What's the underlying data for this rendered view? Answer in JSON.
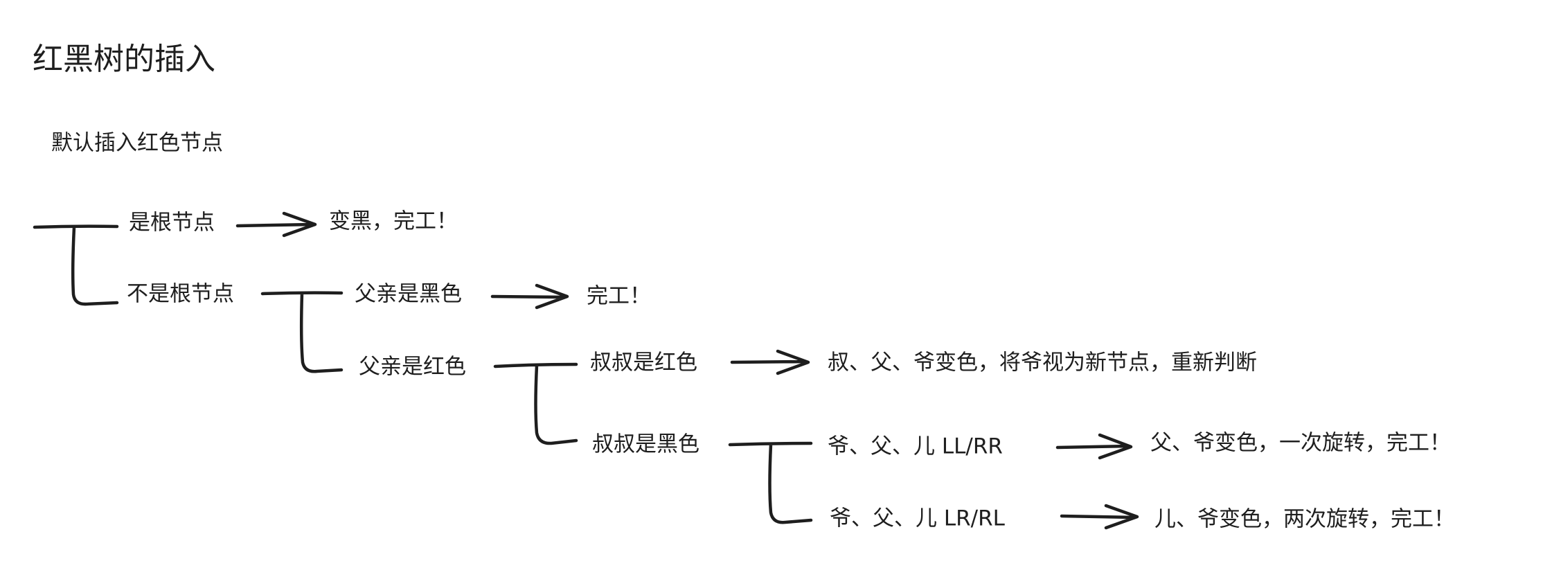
{
  "title": "红黑树的插入",
  "subtitle": "默认插入红色节点",
  "nodes": {
    "is_root": "是根节点",
    "is_root_result": "变黑，完工！",
    "not_root": "不是根节点",
    "parent_black": "父亲是黑色",
    "parent_black_result": "完工！",
    "parent_red": "父亲是红色",
    "uncle_red": "叔叔是红色",
    "uncle_red_result": "叔、父、爷变色，将爷视为新节点，重新判断",
    "uncle_black": "叔叔是黑色",
    "case_llrr": "爷、父、儿 LL/RR",
    "case_llrr_result": "父、爷变色，一次旋转，完工！",
    "case_lrrl": "爷、父、儿 LR/RL",
    "case_lrrl_result": "儿、爷变色，两次旋转，完工！"
  },
  "stroke_color": "#1e1e1e"
}
